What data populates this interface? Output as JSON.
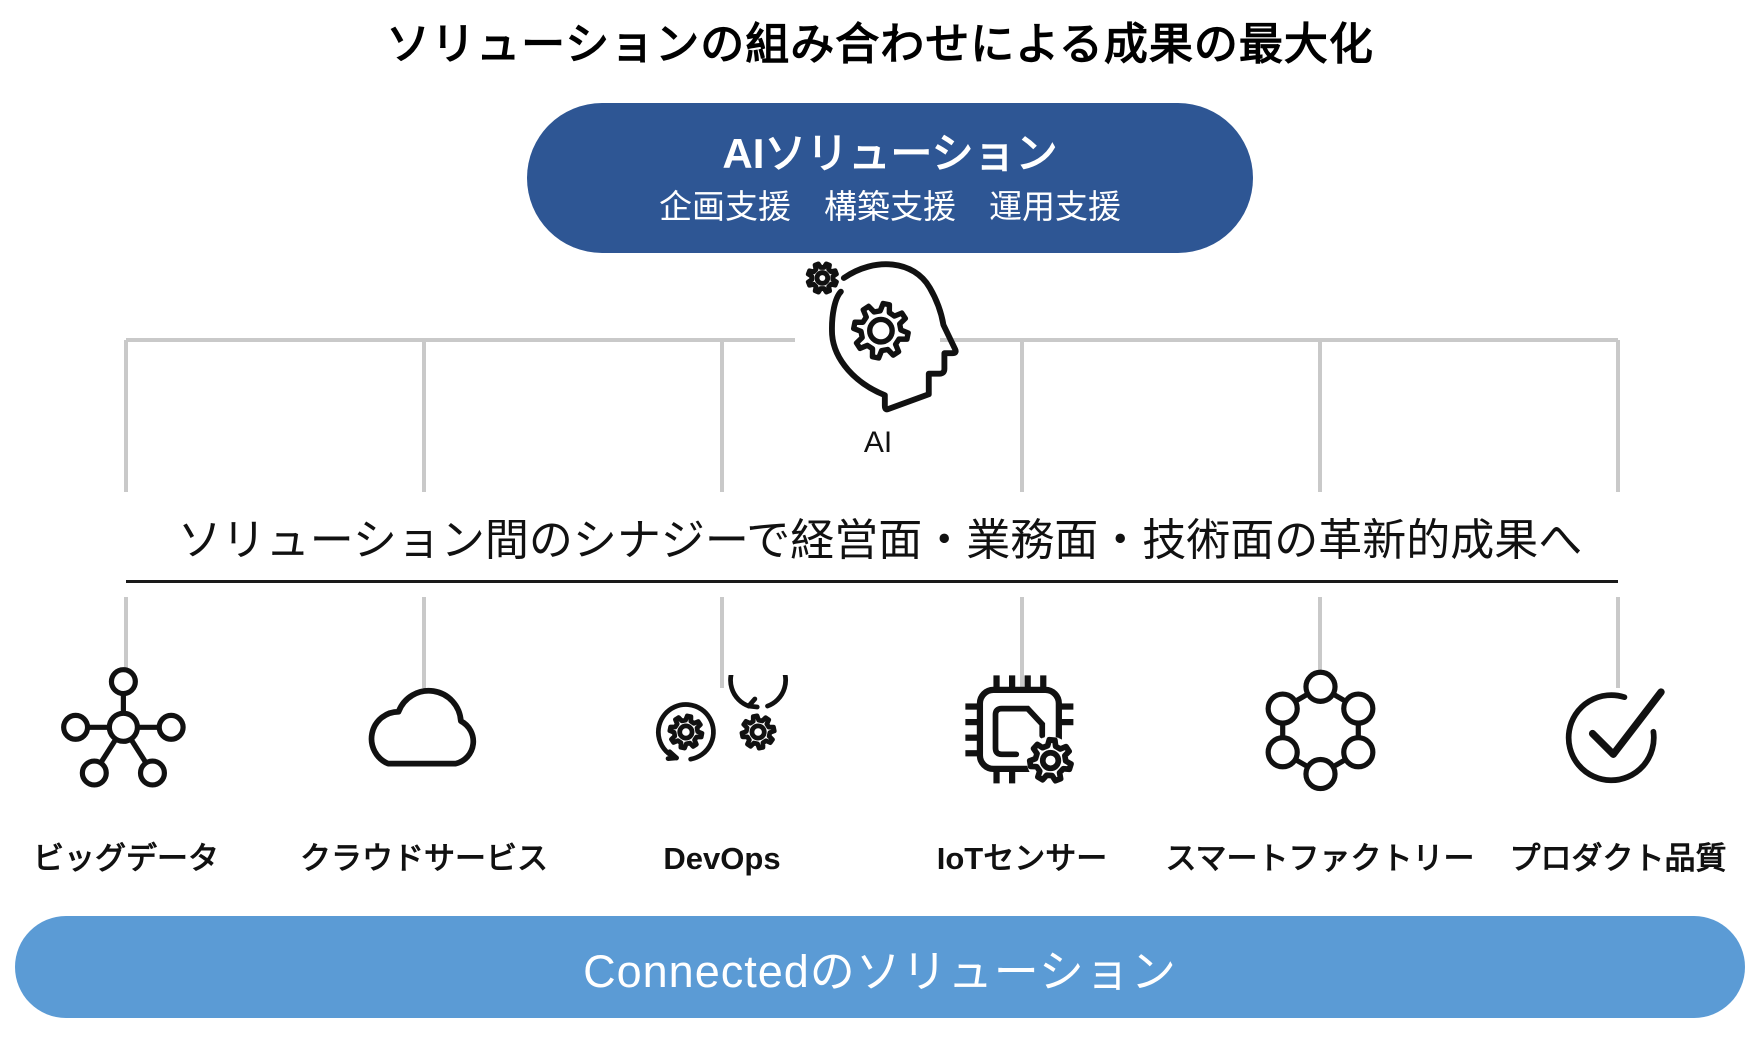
{
  "title": "ソリューションの組み合わせによる成果の最大化",
  "ai_solution": {
    "title": "AIソリューション",
    "subtitle": "企画支援　構築支援　運用支援",
    "bg_color": "#2e5694",
    "icon": "ai-head-gears-icon",
    "icon_caption": "AI"
  },
  "synergy": {
    "text": "ソリューション間のシナジーで経営面・業務面・技術面の革新的成果へ"
  },
  "solutions": {
    "items": [
      {
        "label": "ビッグデータ",
        "icon": "big-data-icon"
      },
      {
        "label": "クラウドサービス",
        "icon": "cloud-service-icon"
      },
      {
        "label": "DevOps",
        "icon": "devops-icon"
      },
      {
        "label": "IoTセンサー",
        "icon": "iot-sensor-icon"
      },
      {
        "label": "スマートファクトリー",
        "icon": "smart-factory-icon"
      },
      {
        "label": "プロダクト品質",
        "icon": "product-quality-icon"
      }
    ]
  },
  "connected_bar": {
    "label": "Connectedのソリューション",
    "bg_color": "#5b9bd5"
  },
  "colors": {
    "connector_gray": "#c9c9c9",
    "line_black": "#1a1a1a",
    "icon_stroke": "#111111"
  }
}
